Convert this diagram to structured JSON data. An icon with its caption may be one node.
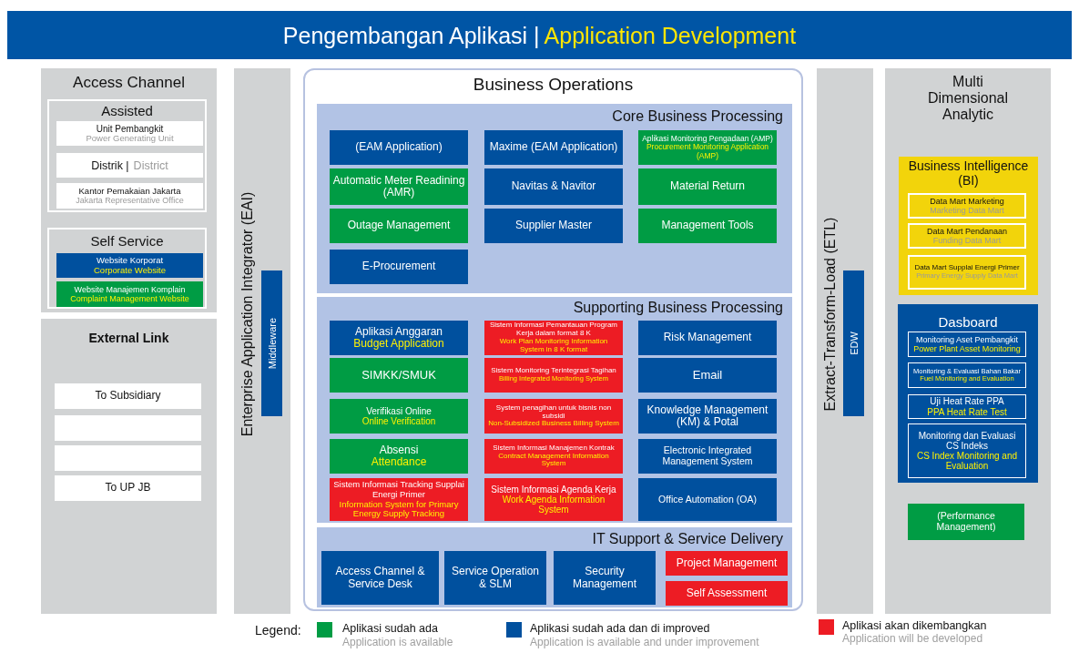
{
  "diagram": {
    "nodes": [
      {
        "text": [
          "Pengembangan Aplikasi |",
          "Application Development"
        ]
      },
      {
        "text": [
          "Access Channel"
        ]
      },
      {
        "text": [
          "Assisted"
        ],
        "in": 1
      },
      {
        "text": [
          "Unit Pembangkit",
          "Power Generating Unit"
        ],
        "in": 2
      },
      {
        "text": [
          "Distrik |",
          "District"
        ],
        "in": 2
      },
      {
        "text": [
          "Kantor Pemakaian Jakarta",
          "Jakarta Representative Office"
        ],
        "in": 2
      },
      {
        "text": [
          "Self Service"
        ],
        "in": 1
      },
      {
        "text": [
          "Website Korporat",
          "Corporate Website"
        ],
        "in": 6
      },
      {
        "text": [
          "Website Manajemen Komplain",
          "Complaint Management Website"
        ],
        "in": 6
      },
      {
        "text": [
          "External Link"
        ]
      },
      {
        "text": [
          "To Subsidiary"
        ],
        "in": 9
      },
      {
        "text": [],
        "shape": "box",
        "in": 9
      },
      {
        "text": [],
        "shape": "box",
        "in": 9
      },
      {
        "text": [
          "To UP JB"
        ],
        "in": 9
      },
      {
        "text": [
          "Enterprise Application Integrator (EAI)"
        ]
      },
      {
        "text": [
          "Middleware"
        ],
        "in": 14
      },
      {
        "text": [
          "Business Operations"
        ]
      },
      {
        "text": [
          "Core Business Processing"
        ],
        "in": 16
      },
      {
        "text": [
          "(EAM Application)"
        ],
        "in": 17
      },
      {
        "text": [
          "Maxime (EAM Application)"
        ],
        "in": 17
      },
      {
        "text": [
          "Aplikasi Monitoring Pengadaan (AMP)",
          "Procurement Monitoring Application (AMP)"
        ],
        "in": 17
      },
      {
        "text": [
          "Automatic Meter Readining (AMR)"
        ],
        "in": 17
      },
      {
        "text": [
          "Navitas & Navitor"
        ],
        "in": 17
      },
      {
        "text": [
          "Material Return"
        ],
        "in": 17
      },
      {
        "text": [
          "Outage Management"
        ],
        "in": 17
      },
      {
        "text": [
          "Supplier Master"
        ],
        "in": 17
      },
      {
        "text": [
          "Management Tools"
        ],
        "in": 17
      },
      {
        "text": [
          "E-Procurement"
        ],
        "in": 17
      },
      {
        "text": [
          "Supporting Business Processing"
        ],
        "in": 16
      },
      {
        "text": [
          "Aplikasi Anggaran",
          "Budget Application"
        ],
        "in": 28
      },
      {
        "text": [
          "Sistem Informasi Pemantauan Program Kerja dalam format 8 K",
          "Work Plan Monitoring Information System in 8 K format"
        ],
        "in": 28
      },
      {
        "text": [
          "Risk Management"
        ],
        "in": 28
      },
      {
        "text": [
          "SIMKK/SMUK"
        ],
        "in": 28
      },
      {
        "text": [
          "Sistem Monitoring Terintegrasi Tagihan",
          "Billing Integrated Monitoring System"
        ],
        "in": 28
      },
      {
        "text": [
          "Email"
        ],
        "in": 28
      },
      {
        "text": [
          "Verifikasi Online",
          "Online Verification"
        ],
        "in": 28
      },
      {
        "text": [
          "System penagihan untuk bisnis non subsidi",
          "Non-Subsidized Business Billing System"
        ],
        "in": 28
      },
      {
        "text": [
          "Knowledge Management (KM) & Potal"
        ],
        "in": 28
      },
      {
        "text": [
          "Absensi",
          "Attendance"
        ],
        "in": 28
      },
      {
        "text": [
          "Sistem Informasi Manajemen Kontrak",
          "Contract Management Information System"
        ],
        "in": 28
      },
      {
        "text": [
          "Electronic Integrated Management System"
        ],
        "in": 28
      },
      {
        "text": [
          "Sistem Informasi Tracking Supplai Energi Primer",
          "Information System for Primary Energy Supply Tracking"
        ],
        "in": 28
      },
      {
        "text": [
          "Sistem Informasi Agenda Kerja",
          "Work Agenda Information System"
        ],
        "in": 28
      },
      {
        "text": [
          "Office Automation (OA)"
        ],
        "in": 28
      },
      {
        "text": [
          "IT Support & Service Delivery"
        ],
        "in": 16
      },
      {
        "text": [
          "Access Channel & Service Desk"
        ],
        "in": 44
      },
      {
        "text": [
          "Service Operation & SLM"
        ],
        "in": 44
      },
      {
        "text": [
          "Security Management"
        ],
        "in": 44
      },
      {
        "text": [
          "Project Management"
        ],
        "in": 44
      },
      {
        "text": [
          "Self Assessment"
        ],
        "in": 44
      },
      {
        "text": [
          "Extract-Transform-Load (ETL)"
        ]
      },
      {
        "text": [
          "EDW"
        ],
        "in": 50
      },
      {
        "text": [
          "Multi Dimensional Analytic"
        ]
      },
      {
        "text": [
          "Business Intelligence (BI)"
        ],
        "in": 52
      },
      {
        "text": [
          "Data Mart Marketing",
          "Marketing Data Mart"
        ],
        "in": 53
      },
      {
        "text": [
          "Data Mart Pendanaan",
          "Funding Data Mart"
        ],
        "in": 53
      },
      {
        "text": [
          "Data Mart Supplai Energi Primer",
          "Primary Energy Supply Data Mart"
        ],
        "in": 53
      },
      {
        "text": [
          "Dasboard"
        ],
        "in": 52
      },
      {
        "text": [
          "Monitoring Aset Pembangkit",
          "Power Plant Asset Monitoring"
        ],
        "in": 57
      },
      {
        "text": [
          "Monitoring & Evaluasi Bahan Bakar",
          "Fuel Monitoring and Evaluation"
        ],
        "in": 57
      },
      {
        "text": [
          "Uji Heat Rate PPA",
          "PPA Heat Rate Test"
        ],
        "in": 57
      },
      {
        "text": [
          "Monitoring dan Evaluasi CS Indeks",
          "CS Index Monitoring and Evaluation"
        ],
        "in": 57
      },
      {
        "text": [
          "(Performance Management)"
        ],
        "in": 52
      }
    ],
    "labels": [
      "Legend:",
      "Application is available",
      "Application is available and under improvement",
      "Application will be developed"
    ],
    "legend": [
      {
        "text": "Aplikasi sudah ada",
        "color": "#009c44"
      },
      {
        "text": "Aplikasi sudah ada dan di improved",
        "color": "#00509e"
      },
      {
        "text": "Aplikasi akan dikembangkan",
        "color": "#ed1c24"
      }
    ]
  }
}
